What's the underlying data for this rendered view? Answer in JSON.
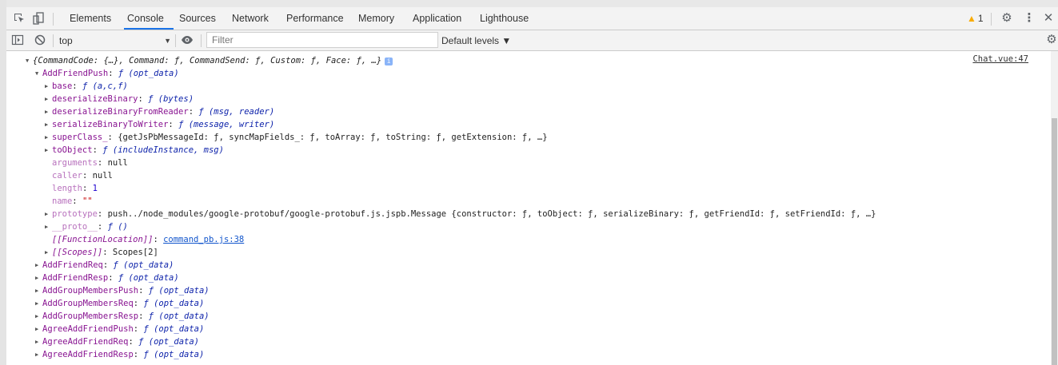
{
  "tabs": [
    "Elements",
    "Console",
    "Sources",
    "Network",
    "Performance",
    "Memory",
    "Application",
    "Lighthouse"
  ],
  "active_tab": "Console",
  "warnings": {
    "icon": "warning-icon",
    "count": "1"
  },
  "context_selector": "top",
  "filter_placeholder": "Filter",
  "levels_label": "Default levels ▼",
  "source_link": "Chat.vue:47",
  "console": {
    "root_summary": "{CommandCode: {…}, Command: ƒ, CommandSend: ƒ, Custom: ƒ, Face: ƒ, …}",
    "addfriendpush": {
      "key": "AddFriendPush",
      "val": "ƒ (opt_data)"
    },
    "children": [
      {
        "key": "base",
        "val": "ƒ (a,c,f)"
      },
      {
        "key": "deserializeBinary",
        "val": "ƒ (bytes)"
      },
      {
        "key": "deserializeBinaryFromReader",
        "val": "ƒ (msg, reader)"
      },
      {
        "key": "serializeBinaryToWriter",
        "val": "ƒ (message, writer)"
      },
      {
        "key": "superClass_",
        "val": "{getJsPbMessageId: ƒ, syncMapFields_: ƒ, toArray: ƒ, toString: ƒ, getExtension: ƒ, …}"
      },
      {
        "key": "toObject",
        "val": "ƒ (includeInstance, msg)"
      }
    ],
    "plain": [
      {
        "key": "arguments",
        "val": "null"
      },
      {
        "key": "caller",
        "val": "null"
      },
      {
        "key": "length",
        "val": "1"
      },
      {
        "key": "name",
        "val": "\"\""
      }
    ],
    "prototype": {
      "key": "prototype",
      "val": "push../node_modules/google-protobuf/google-protobuf.js.jspb.Message {constructor: ƒ, toObject: ƒ, serializeBinary: ƒ, getFriendId: ƒ, setFriendId: ƒ, …}"
    },
    "proto": {
      "key": "__proto__",
      "val": "ƒ ()"
    },
    "function_location": {
      "key": "[[FunctionLocation]]",
      "link": "command_pb.js:38"
    },
    "scopes": {
      "key": "[[Scopes]]",
      "val": "Scopes[2]"
    },
    "siblings": [
      {
        "key": "AddFriendReq",
        "val": "ƒ (opt_data)"
      },
      {
        "key": "AddFriendResp",
        "val": "ƒ (opt_data)"
      },
      {
        "key": "AddGroupMembersPush",
        "val": "ƒ (opt_data)"
      },
      {
        "key": "AddGroupMembersReq",
        "val": "ƒ (opt_data)"
      },
      {
        "key": "AddGroupMembersResp",
        "val": "ƒ (opt_data)"
      },
      {
        "key": "AgreeAddFriendPush",
        "val": "ƒ (opt_data)"
      },
      {
        "key": "AgreeAddFriendReq",
        "val": "ƒ (opt_data)"
      },
      {
        "key": "AgreeAddFriendResp",
        "val": "ƒ (opt_data)"
      }
    ]
  }
}
